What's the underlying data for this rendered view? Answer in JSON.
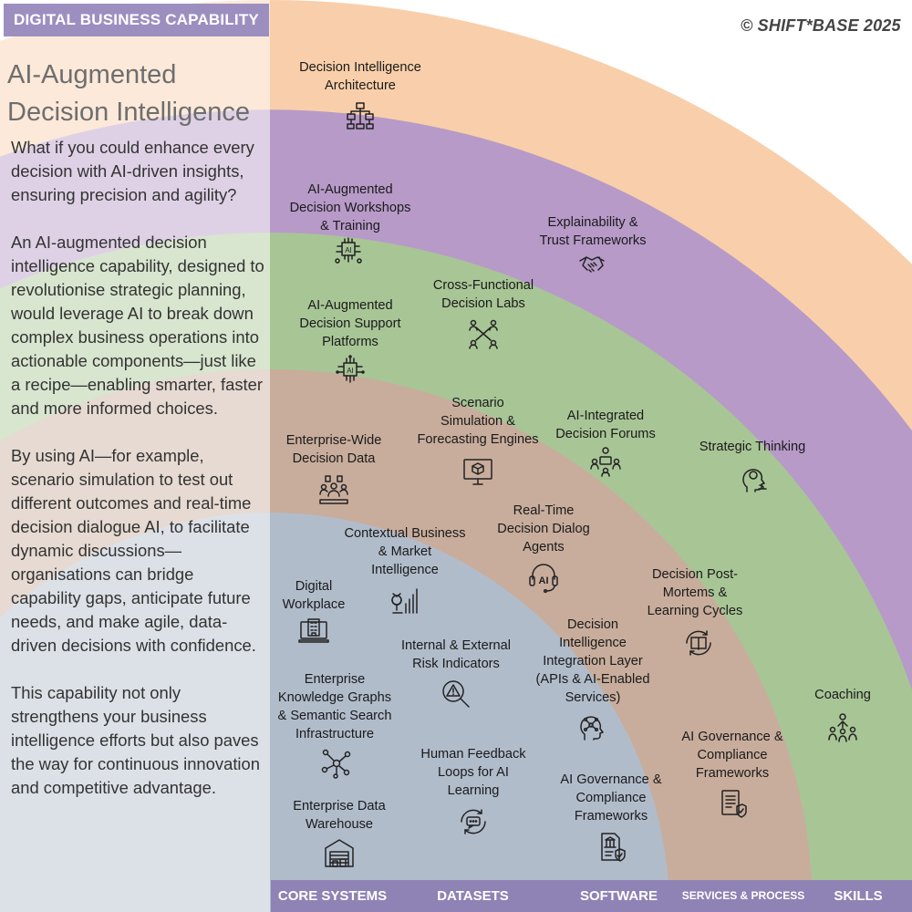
{
  "header_tag": "DIGITAL BUSINESS CAPABILITY",
  "copyright": "© SHIFT*BASE 2025",
  "title_line1": "AI-Augmented",
  "title_line2": "Decision Intelligence",
  "paragraphs": [
    "What if you could enhance every decision with AI-driven insights, ensuring precision and agility?",
    "An AI-augmented decision intelligence capability, designed to revolutionise strategic planning, would leverage AI to break down complex business operations into actionable components—just like a recipe—enabling smarter, faster and more informed choices.",
    "By using AI—for example, scenario simulation to test out different outcomes and real-time decision dialogue AI, to facilitate dynamic discussions—organisations can bridge capability gaps, anticipate future needs, and make agile, data-driven decisions with confidence.",
    "This capability not only strengthens your business intelligence efforts but also paves the way for continuous innovation and competitive advantage."
  ],
  "colors": {
    "skills": "#f8cfaa",
    "services": "#b79ac8",
    "software": "#a8c596",
    "datasets": "#c8ad9c",
    "core_systems": "#b1bccb",
    "header": "#9d8ec0",
    "footer": "#8e83b4"
  },
  "categories": {
    "core_systems": "CORE SYSTEMS",
    "datasets": "DATASETS",
    "software": "SOFTWARE",
    "services": "SERVICES & PROCESS",
    "skills": "SKILLS"
  },
  "items": {
    "core_systems": [
      {
        "label": "Digital\nWorkplace",
        "icon": "building-laptop-icon"
      },
      {
        "label": "Enterprise\nKnowledge Graphs\n& Semantic Search\nInfrastructure",
        "icon": "network-graph-icon"
      },
      {
        "label": "Enterprise Data\nWarehouse",
        "icon": "warehouse-icon"
      }
    ],
    "datasets": [
      {
        "label": "Enterprise-Wide\nDecision Data",
        "icon": "team-data-icon"
      },
      {
        "label": "Contextual Business\n& Market\nIntelligence",
        "icon": "market-chart-icon"
      },
      {
        "label": "Internal & External\nRisk Indicators",
        "icon": "risk-magnifier-icon"
      },
      {
        "label": "Human Feedback\nLoops for AI\nLearning",
        "icon": "feedback-cycle-icon"
      }
    ],
    "software": [
      {
        "label": "AI-Augmented\nDecision Support\nPlatforms",
        "icon": "ai-chip-icon"
      },
      {
        "label": "Scenario\nSimulation &\nForecasting Engines",
        "icon": "monitor-cube-icon"
      },
      {
        "label": "Real-Time\nDecision Dialog\nAgents",
        "icon": "ai-headset-icon"
      },
      {
        "label": "Decision\nIntelligence\nIntegration Layer\n(APIs & AI-Enabled\nServices)",
        "icon": "ai-head-network-icon"
      },
      {
        "label": "AI Governance &\nCompliance\nFrameworks",
        "icon": "governance-document-icon"
      }
    ],
    "services": [
      {
        "label": "AI-Augmented\nDecision Workshops\n& Training",
        "icon": "ai-chip-training-icon"
      },
      {
        "label": "Cross-Functional\nDecision Labs",
        "icon": "people-network-icon"
      },
      {
        "label": "AI-Integrated\nDecision Forums",
        "icon": "forum-people-icon"
      },
      {
        "label": "Decision Post-\nMortems &\nLearning Cycles",
        "icon": "book-cycle-icon"
      },
      {
        "label": "AI Governance &\nCompliance\nFrameworks",
        "icon": "compliance-checklist-icon"
      }
    ],
    "skills": [
      {
        "label": "Decision Intelligence\nArchitecture",
        "icon": "hierarchy-icon"
      },
      {
        "label": "Explainability &\nTrust Frameworks",
        "icon": "handshake-icon"
      },
      {
        "label": "Strategic Thinking",
        "icon": "chess-head-icon"
      },
      {
        "label": "Coaching",
        "icon": "coaching-group-icon"
      }
    ]
  }
}
